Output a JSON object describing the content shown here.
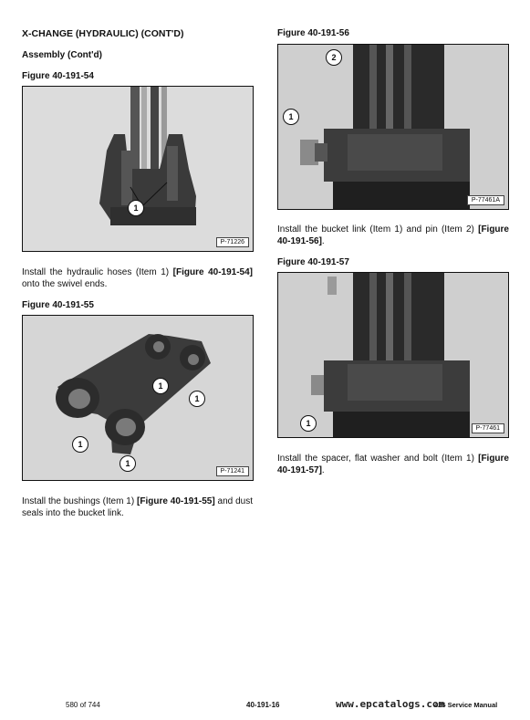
{
  "header": {
    "section_title": "X-CHANGE (HYDRAULIC) (CONT'D)",
    "subsection_title": "Assembly (Cont'd)"
  },
  "left_column": {
    "fig54": {
      "title": "Figure 40-191-54",
      "photo_code": "P-71226",
      "callouts": [
        "1"
      ],
      "instruction": {
        "pre": "Install the hydraulic hoses (Item 1) ",
        "ref": "[Figure 40-191-54]",
        "post": " onto the swivel ends."
      }
    },
    "fig55": {
      "title": "Figure 40-191-55",
      "photo_code": "P-71241",
      "callouts": [
        "1",
        "1",
        "1",
        "1"
      ],
      "instruction": {
        "pre": "Install the bushings (Item 1) ",
        "ref": "[Figure 40-191-55]",
        "post": " and dust seals into the bucket link."
      }
    }
  },
  "right_column": {
    "fig56": {
      "title": "Figure 40-191-56",
      "photo_code": "P-77461A",
      "callouts": [
        "2",
        "1"
      ],
      "instruction": {
        "pre": "Install the bucket link (Item 1) and pin (Item 2) ",
        "ref": "[Figure 40-191-56]",
        "post": "."
      }
    },
    "fig57": {
      "title": "Figure 40-191-57",
      "photo_code": "P-77461",
      "callouts": [
        "1"
      ],
      "instruction": {
        "pre": "Install the spacer, flat washer and bolt (Item 1) ",
        "ref": "[Figure 40-191-57]",
        "post": "."
      }
    }
  },
  "footer": {
    "page_count": "580 of 744",
    "page_number": "40-191-16",
    "watermark": "www.epcatalogs.com",
    "manual_title": "425 Service Manual"
  }
}
